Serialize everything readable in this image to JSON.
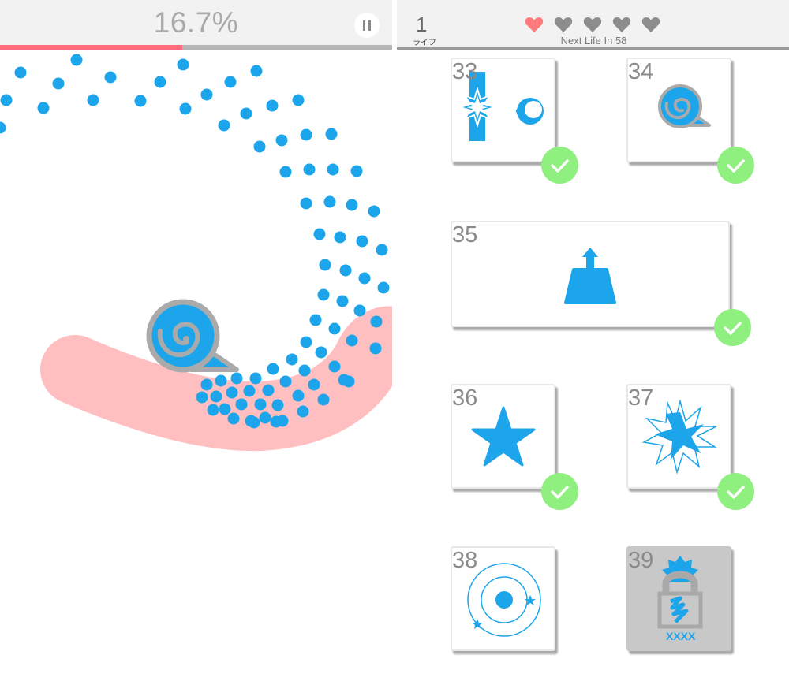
{
  "game": {
    "progress_text": "16.7%",
    "progress_value": 0.167
  },
  "level_select": {
    "life_count": "1",
    "life_label": "ライフ",
    "hearts_total": 5,
    "hearts_filled": 1,
    "next_life_text": "Next Life In 58",
    "levels": [
      {
        "number": "33",
        "completed": true,
        "locked": false,
        "icon": "star-burst-and-crescent-icon"
      },
      {
        "number": "34",
        "completed": true,
        "locked": false,
        "icon": "snail-shell-icon"
      },
      {
        "number": "35",
        "completed": true,
        "locked": false,
        "icon": "weight-push-up-icon"
      },
      {
        "number": "36",
        "completed": true,
        "locked": false,
        "icon": "star-icon"
      },
      {
        "number": "37",
        "completed": true,
        "locked": false,
        "icon": "starburst-icon"
      },
      {
        "number": "38",
        "completed": false,
        "locked": false,
        "icon": "orbit-icon"
      },
      {
        "number": "39",
        "completed": false,
        "locked": true,
        "icon": "padlock-icon"
      }
    ]
  },
  "colors": {
    "accent_blue": "#1ca5ea",
    "progress_red": "#ff6b7a",
    "trail_pink": "#ffbfc0",
    "heart_active": "#ff7b7b",
    "heart_inactive": "#8d8d8d",
    "check_green": "#8ff07f"
  }
}
